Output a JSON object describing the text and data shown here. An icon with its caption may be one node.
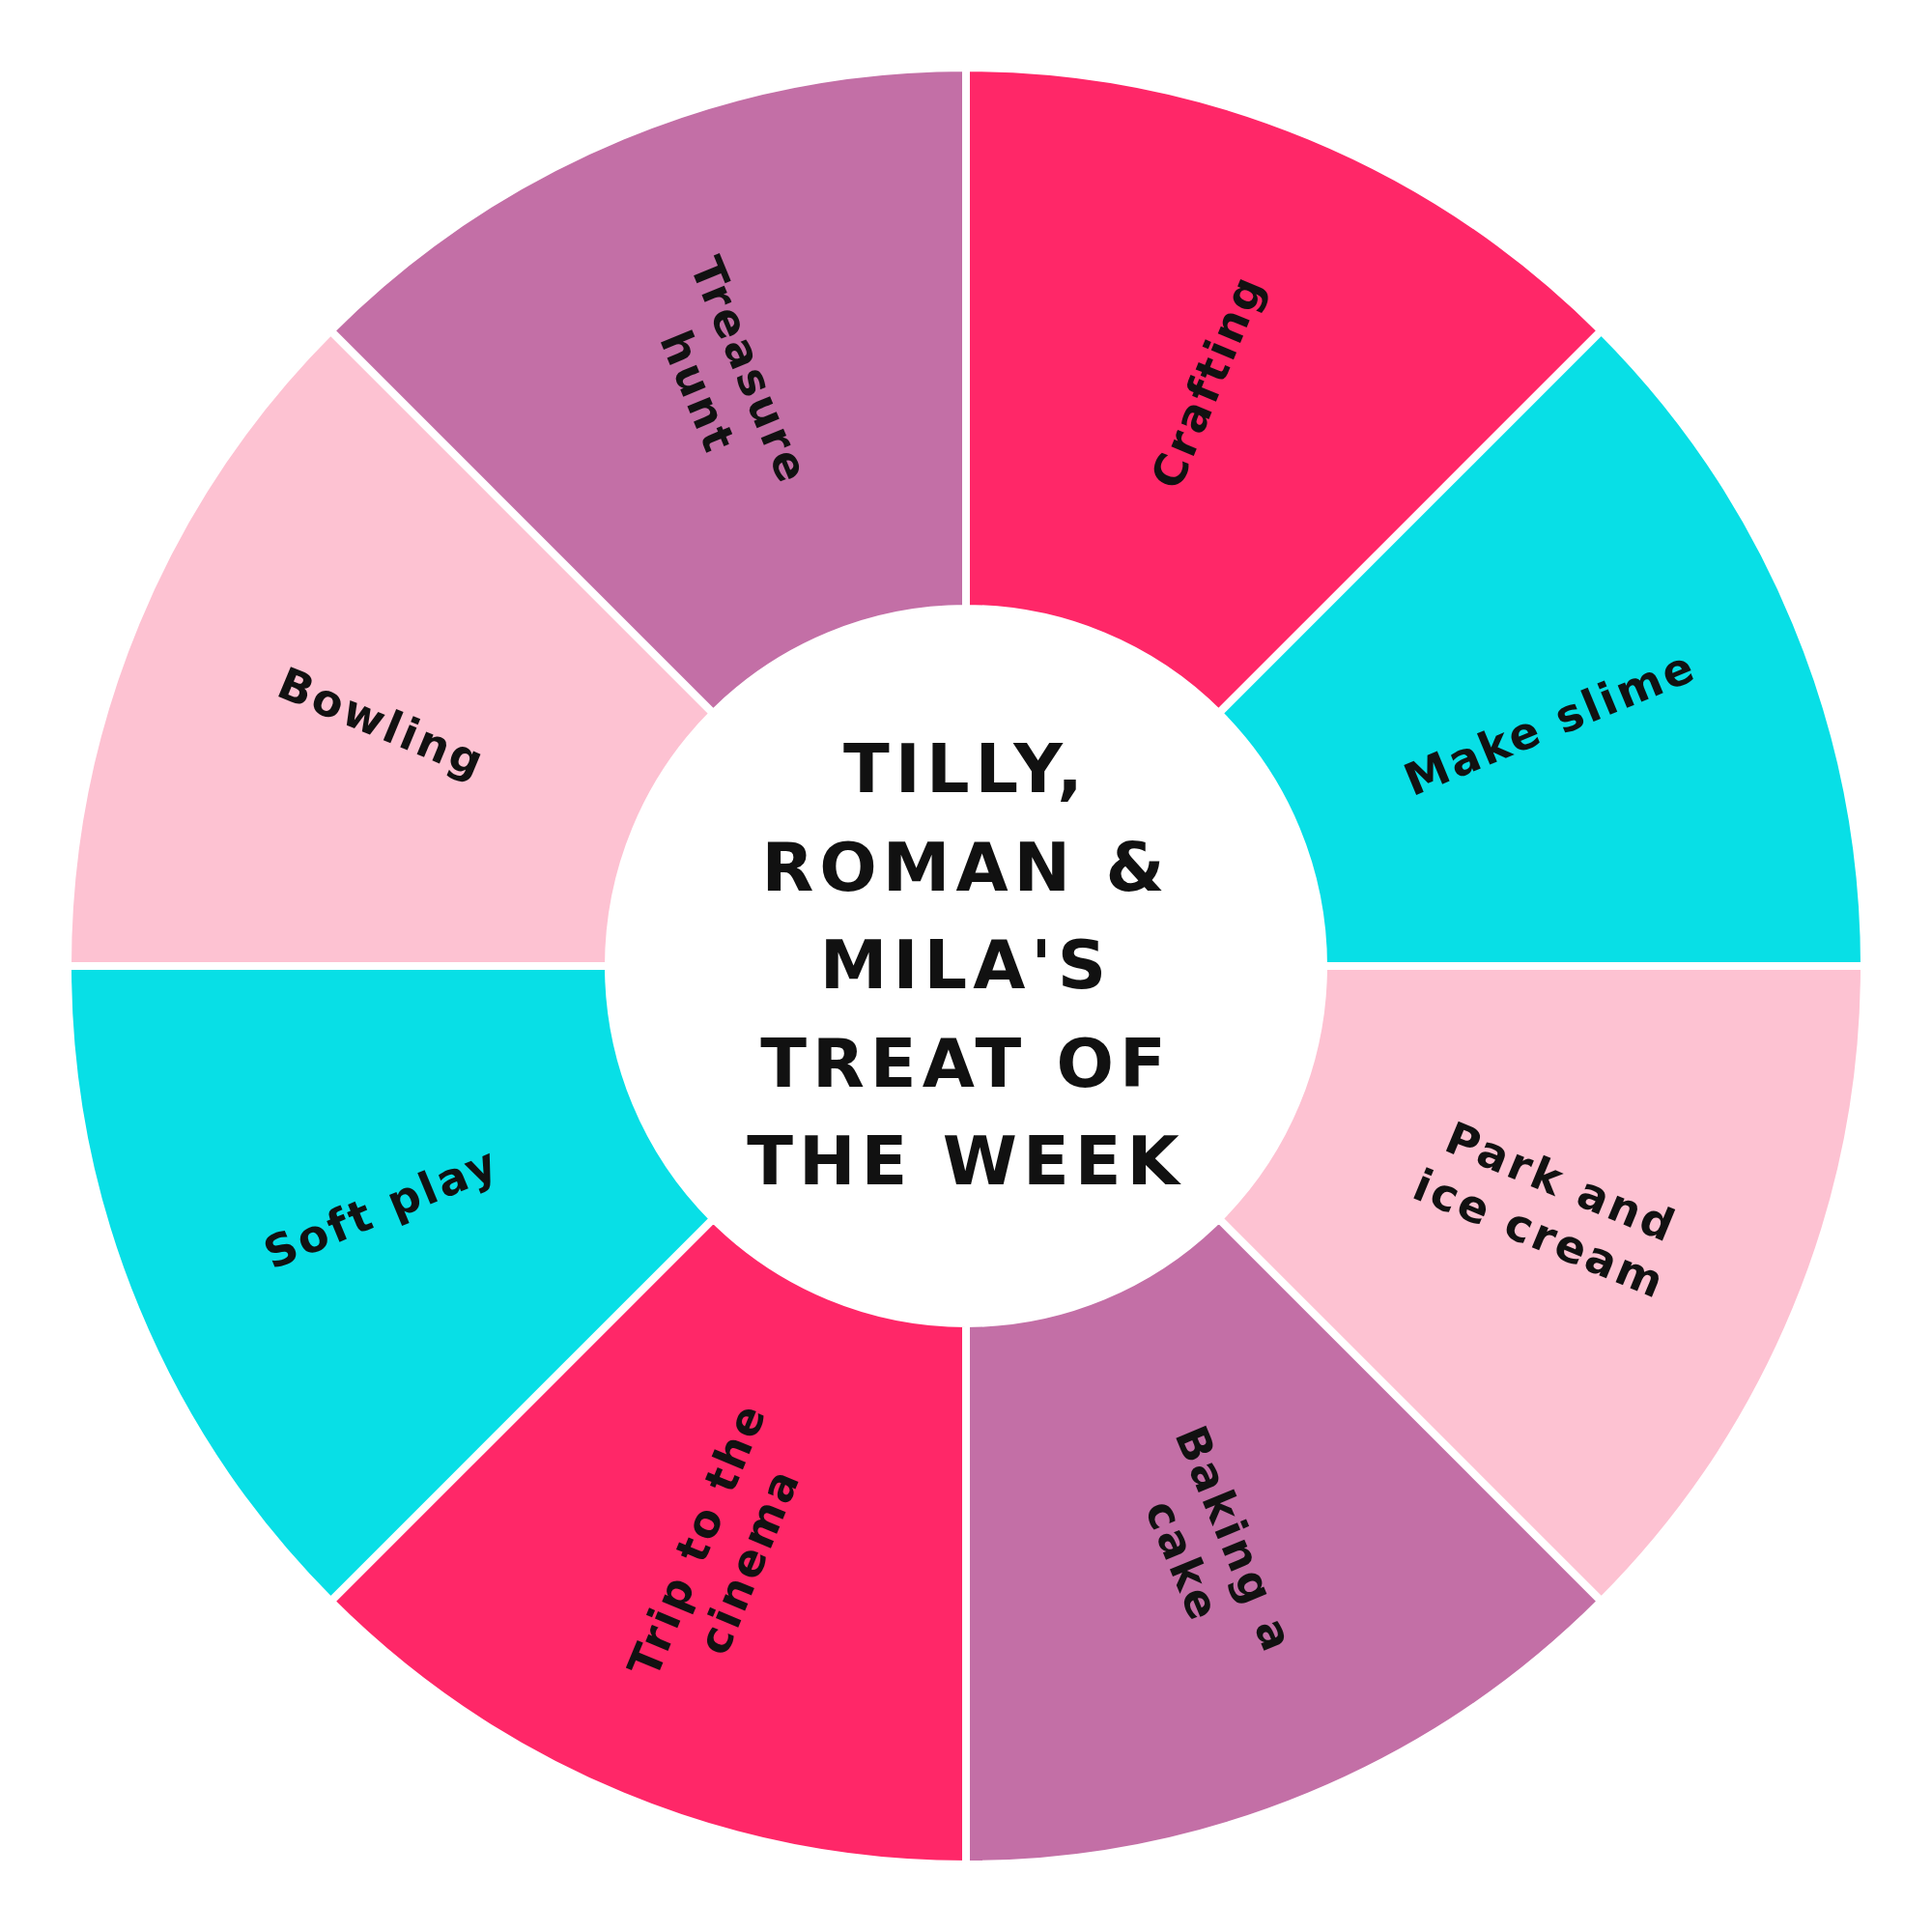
{
  "diagram": {
    "nodes": [
      {
        "text": [
          "TILLY, ROMAN & MILA'S TREAT OF THE WEEK"
        ]
      },
      {
        "text": [
          "Crafting"
        ]
      },
      {
        "text": [
          "Make slime"
        ]
      },
      {
        "text": [
          "Park and ice cream"
        ]
      },
      {
        "text": [
          "Baking a cake"
        ]
      },
      {
        "text": [
          "Trip to the cinema"
        ]
      },
      {
        "text": [
          "Soft play"
        ]
      },
      {
        "text": [
          "Bowling"
        ]
      },
      {
        "text": [
          "Treasure hunt"
        ]
      }
    ]
  }
}
